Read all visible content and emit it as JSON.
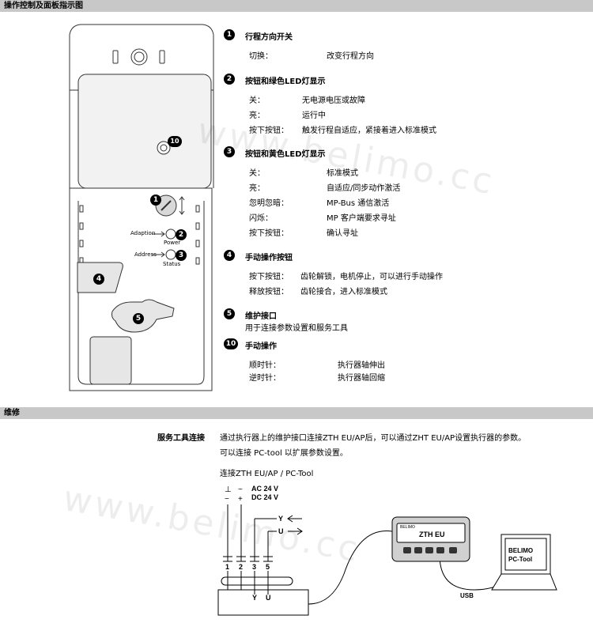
{
  "header": {
    "title": "操作控制及面板指示图"
  },
  "device": {
    "labels": {
      "adaption": "Adaption",
      "power": "Power",
      "address": "Address",
      "status": "Status"
    },
    "markers": {
      "n1": "1",
      "n2": "2",
      "n3": "3",
      "n4": "4",
      "n5": "5",
      "n10": "10"
    }
  },
  "sections": [
    {
      "num": "1",
      "title": "行程方向开关",
      "rows": [
        {
          "k": "切换：",
          "v": "改变行程方向"
        }
      ]
    },
    {
      "num": "2",
      "title": "按钮和绿色LED灯显示",
      "rows": [
        {
          "k": "关：",
          "v": "无电源电压或故障"
        },
        {
          "k": "亮：",
          "v": "运行中"
        },
        {
          "k": "按下按钮：",
          "v": "触发行程自适应，紧接着进入标准模式"
        }
      ]
    },
    {
      "num": "3",
      "title": "按钮和黄色LED灯显示",
      "rows": [
        {
          "k": "关：",
          "v": "标准模式"
        },
        {
          "k": "亮：",
          "v": "自适应/同步动作激活"
        },
        {
          "k": "忽明忽暗：",
          "v": "MP-Bus 通信激活"
        },
        {
          "k": "闪烁：",
          "v": "MP 客户端要求寻址"
        },
        {
          "k": "按下按钮：",
          "v": "确认寻址"
        }
      ]
    },
    {
      "num": "4",
      "title": "手动操作按钮",
      "rows": [
        {
          "k": "按下按钮：",
          "v": "齿轮解锁，电机停止，可以进行手动操作"
        },
        {
          "k": "释放按钮：",
          "v": "齿轮接合，进入标准模式"
        }
      ]
    },
    {
      "num": "5",
      "title": "维护接口",
      "desc": "用于连接参数设置和服务工具"
    },
    {
      "num": "10",
      "title": "手动操作",
      "rows": [
        {
          "k": "顺时针：",
          "v": "执行器轴伸出"
        },
        {
          "k": "逆时针：",
          "v": "执行器轴回缩"
        }
      ]
    }
  ],
  "maintenance": {
    "bar_title": "维修",
    "service_label": "服务工具连接",
    "text_line1": "通过执行器上的维护接口连接ZTH EU/AP后，可以通过ZHT EU/AP设置执行器的参数。",
    "text_line2": "可以连接 PC-tool 以扩展参数设置。",
    "diagram_caption": "连接ZTH EU/AP / PC-Tool"
  },
  "wiring": {
    "sym_ground": "⊥",
    "sym_ac": "~",
    "sym_minus": "−",
    "sym_plus": "+",
    "ac": "AC 24 V",
    "dc": "DC 24 V",
    "y_in": "Y",
    "u_out": "U",
    "terminals": [
      "1",
      "2",
      "3",
      "5"
    ],
    "box_y": "Y",
    "box_u": "U",
    "zth_label": "ZTH EU",
    "zth_brand": "BELIMO",
    "pc_line1": "BELIMO",
    "pc_line2": "PC-Tool",
    "usb": "USB"
  },
  "watermarks": [
    "www.belimo.cc",
    "www.belimo.cc"
  ]
}
